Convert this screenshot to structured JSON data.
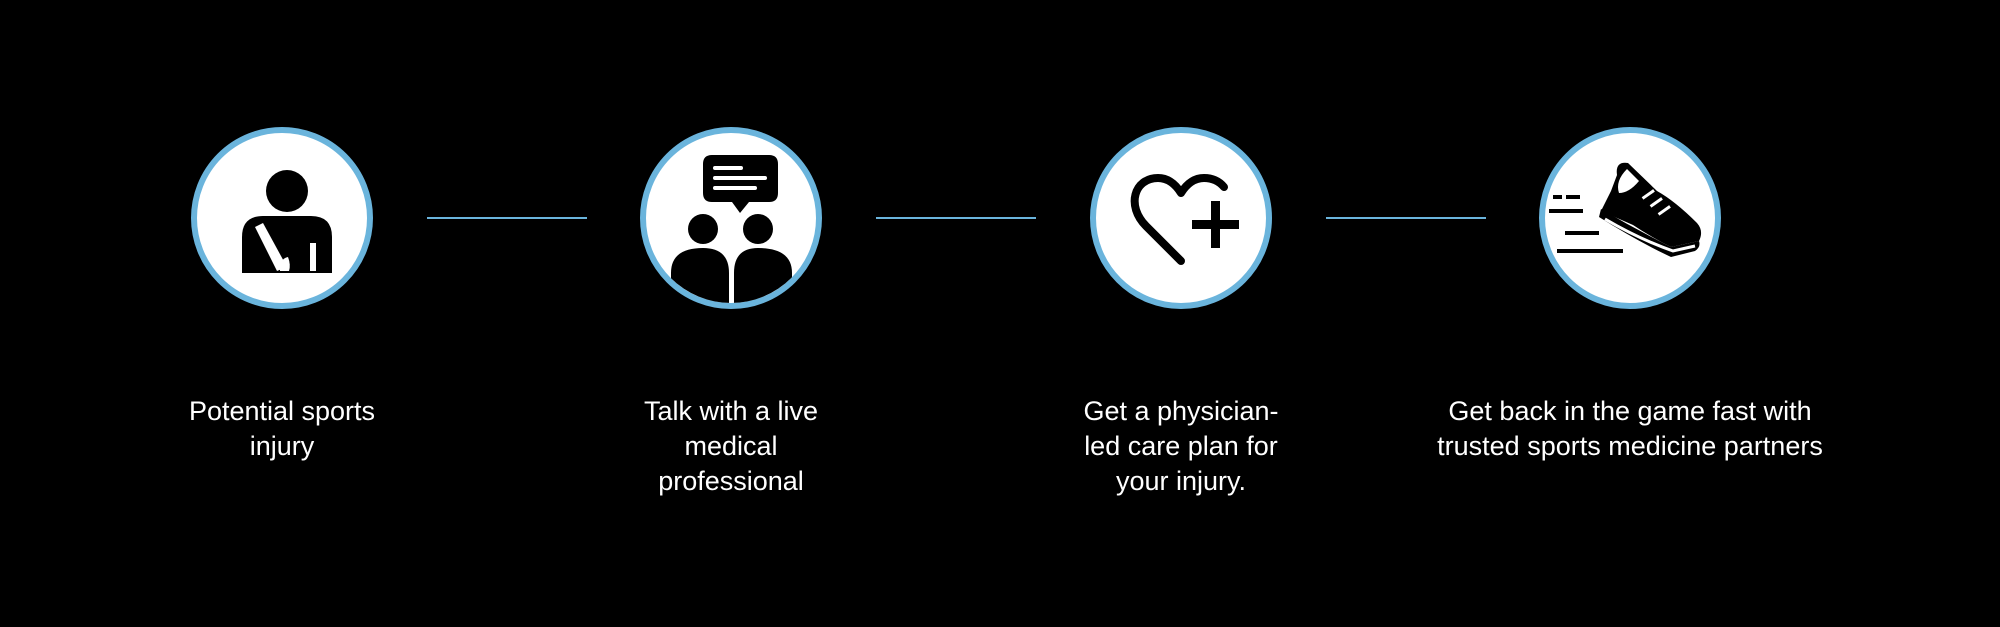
{
  "colors": {
    "background": "#000000",
    "accent": "#6ab4dc",
    "icon": "#000000",
    "circle_fill": "#ffffff",
    "label_text": "#ffffff"
  },
  "steps": [
    {
      "icon": "injured-person-arm-sling-icon",
      "label_lines": [
        "Potential sports",
        "injury"
      ]
    },
    {
      "icon": "people-chat-bubble-icon",
      "label_lines": [
        "Talk with a live",
        "medical",
        "professional"
      ]
    },
    {
      "icon": "heart-plus-icon",
      "label_lines": [
        "Get a physician-",
        "led care plan for",
        "your injury."
      ]
    },
    {
      "icon": "running-shoe-icon",
      "label_lines": [
        "Get back in the game fast with",
        "trusted sports medicine partners"
      ]
    }
  ]
}
